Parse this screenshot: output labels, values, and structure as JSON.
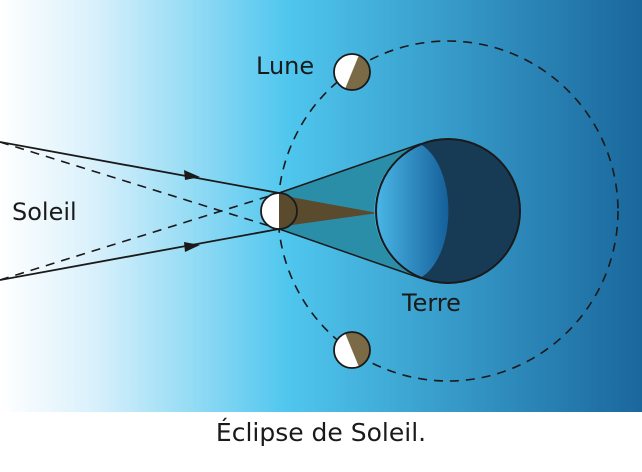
{
  "labels": {
    "sun": "Soleil",
    "moon": "Lune",
    "earth": "Terre"
  },
  "caption": "Éclipse de Soleil.",
  "colors": {
    "sky_left": "#ffffff",
    "sky_mid": "#4fc6ee",
    "sky_right": "#1a679c",
    "umbra": "#5a4a2e",
    "penumbra": "#2b8ea8",
    "earth_night": "#173a55"
  }
}
